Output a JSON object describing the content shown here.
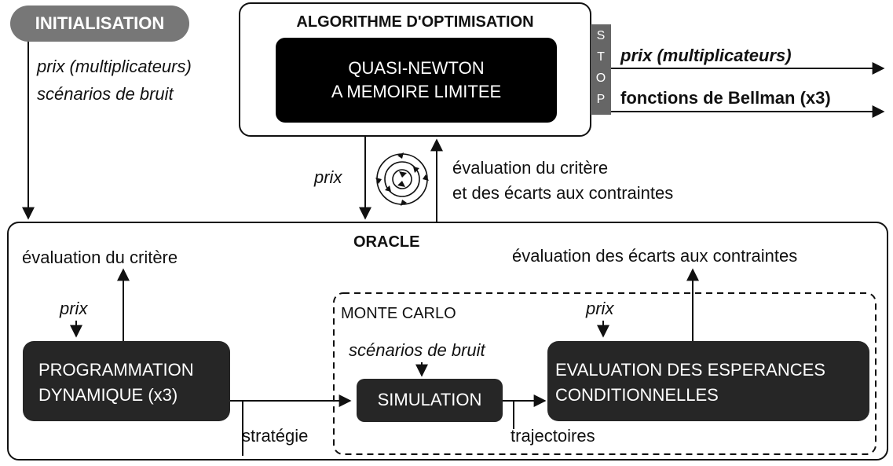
{
  "init": {
    "label": "INITIALISATION"
  },
  "init_inputs": [
    "prix (multiplicateurs)",
    "scénarios de bruit"
  ],
  "optimizer": {
    "title": "ALGORITHME D'OPTIMISATION",
    "inner_lines": [
      "QUASI-NEWTON",
      "A MEMOIRE LIMITEE"
    ],
    "stop_letters": [
      "S",
      "T",
      "O",
      "P"
    ]
  },
  "outputs": [
    "prix (multiplicateurs)",
    "fonctions de Bellman (x3)"
  ],
  "loop": {
    "down_label": "prix",
    "up_label_lines": [
      "évaluation du critère",
      "et des écarts aux contraintes"
    ]
  },
  "oracle": {
    "title": "ORACLE",
    "dp": {
      "lines": [
        "PROGRAMMATION",
        "DYNAMIQUE (x3)"
      ],
      "input": "prix",
      "output": "évaluation du critère"
    },
    "monte_carlo": {
      "title": "MONTE CARLO"
    },
    "simulation": {
      "label": "SIMULATION",
      "input": "scénarios de bruit"
    },
    "esperances": {
      "lines": [
        "EVALUATION DES ESPERANCES",
        "CONDITIONNELLES"
      ],
      "input": "prix",
      "output": "évaluation des écarts aux contraintes"
    },
    "edge_labels": {
      "strategy": "stratégie",
      "trajectories": "trajectoires"
    }
  },
  "colors": {
    "dark_box": "#262626",
    "init_pill": "#777777",
    "stop_tab": "#666666",
    "line": "#111111"
  },
  "icons": [
    "cycle-icon"
  ]
}
